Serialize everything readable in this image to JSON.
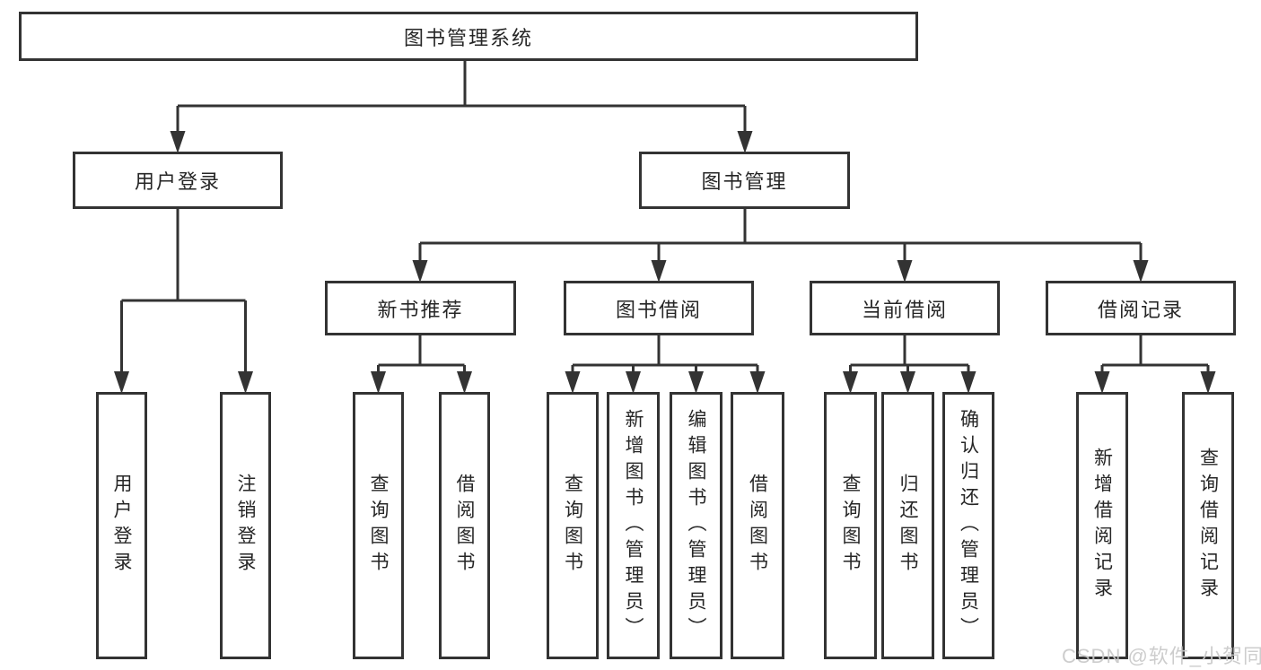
{
  "tree": {
    "root": {
      "label": "图书管理系统"
    },
    "branches": [
      {
        "label": "用户登录",
        "children": [
          {
            "label": "用户登录"
          },
          {
            "label": "注销登录"
          }
        ]
      },
      {
        "label": "图书管理",
        "children": [
          {
            "label": "新书推荐",
            "children": [
              {
                "label": "查询图书"
              },
              {
                "label": "借阅图书"
              }
            ]
          },
          {
            "label": "图书借阅",
            "children": [
              {
                "label": "查询图书"
              },
              {
                "label": "新增图书（管理员）"
              },
              {
                "label": "编辑图书（管理员）"
              },
              {
                "label": "借阅图书"
              }
            ]
          },
          {
            "label": "当前借阅",
            "children": [
              {
                "label": "查询图书"
              },
              {
                "label": "归还图书"
              },
              {
                "label": "确认归还（管理员）"
              }
            ]
          },
          {
            "label": "借阅记录",
            "children": [
              {
                "label": "新增借阅记录"
              },
              {
                "label": "查询借阅记录"
              }
            ]
          }
        ]
      }
    ]
  },
  "watermark": "CSDN @软件_小贺同学",
  "colors": {
    "line": "#333333",
    "box_border": "#333333",
    "box_fill": "#ffffff",
    "text": "#262626",
    "watermark": "#c9c9c9",
    "background": "#ffffff"
  }
}
